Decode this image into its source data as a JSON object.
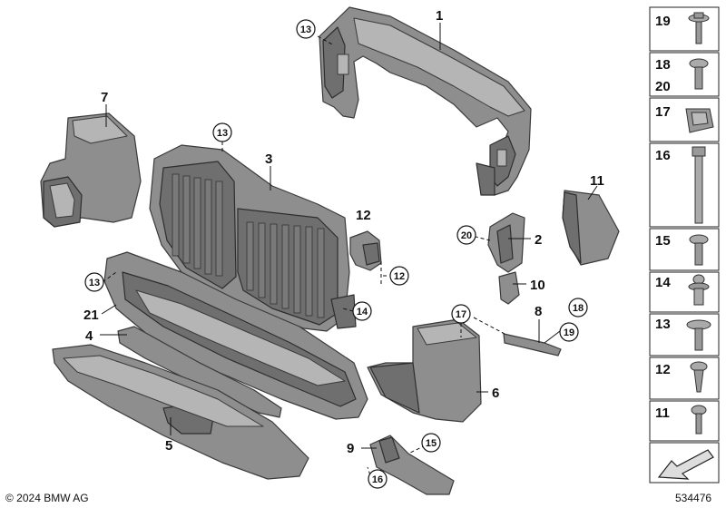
{
  "parts": {
    "c13_top": "13",
    "p1": "1",
    "p7": "7",
    "c13_grille": "13",
    "p3": "3",
    "p11": "11",
    "p12": "12",
    "c12": "12",
    "c20": "20",
    "p2": "2",
    "c13_bar": "13",
    "p21": "21",
    "c14": "14",
    "p10": "10",
    "p4": "4",
    "c17": "17",
    "p8": "8",
    "c18": "18",
    "c19": "19",
    "p6": "6",
    "p5": "5",
    "p9": "9",
    "c15": "15",
    "c16": "16"
  },
  "fastener_panel": {
    "cells": [
      {
        "labels": [
          "19"
        ],
        "icon": "screw-with-washer-icon"
      },
      {
        "labels": [
          "18",
          "20"
        ],
        "icon": "collar-screw-icon"
      },
      {
        "labels": [
          "17"
        ],
        "icon": "clip-nut-icon"
      },
      {
        "labels": [
          "16"
        ],
        "icon": "long-bolt-icon"
      },
      {
        "labels": [
          "15"
        ],
        "icon": "flange-screw-icon"
      },
      {
        "labels": [
          "14"
        ],
        "icon": "expansion-rivet-icon"
      },
      {
        "labels": [
          "13"
        ],
        "icon": "washer-head-screw-icon"
      },
      {
        "labels": [
          "12"
        ],
        "icon": "tapping-screw-icon"
      },
      {
        "labels": [
          "11"
        ],
        "icon": "pan-head-screw-icon"
      },
      {
        "labels": [
          ""
        ],
        "icon": "arrow-direction-icon"
      }
    ]
  },
  "footer": {
    "copyright": "© 2024 BMW AG",
    "diagram_number": "534476"
  },
  "colors": {
    "part_fill": "#8e8e8e",
    "outline": "#3a3a3a",
    "background": "#ffffff"
  }
}
